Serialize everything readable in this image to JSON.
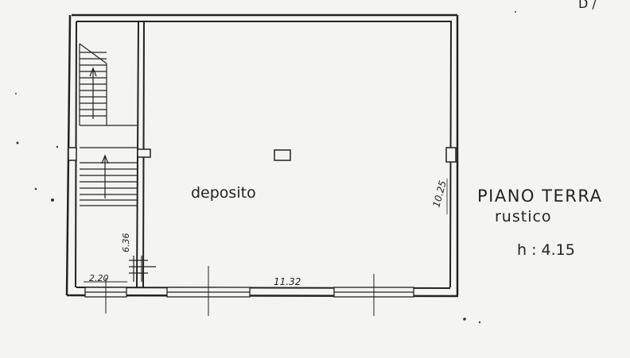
{
  "room": {
    "label": "deposito"
  },
  "floor": {
    "title": "PIANO TERRA",
    "subtitle": "rustico",
    "height": "h : 4.15"
  },
  "dimensions": {
    "width": "11.32",
    "depth": "10.25",
    "stair_depth": "6.36",
    "stair_width": "2.20"
  },
  "corner_fragment": "D /"
}
